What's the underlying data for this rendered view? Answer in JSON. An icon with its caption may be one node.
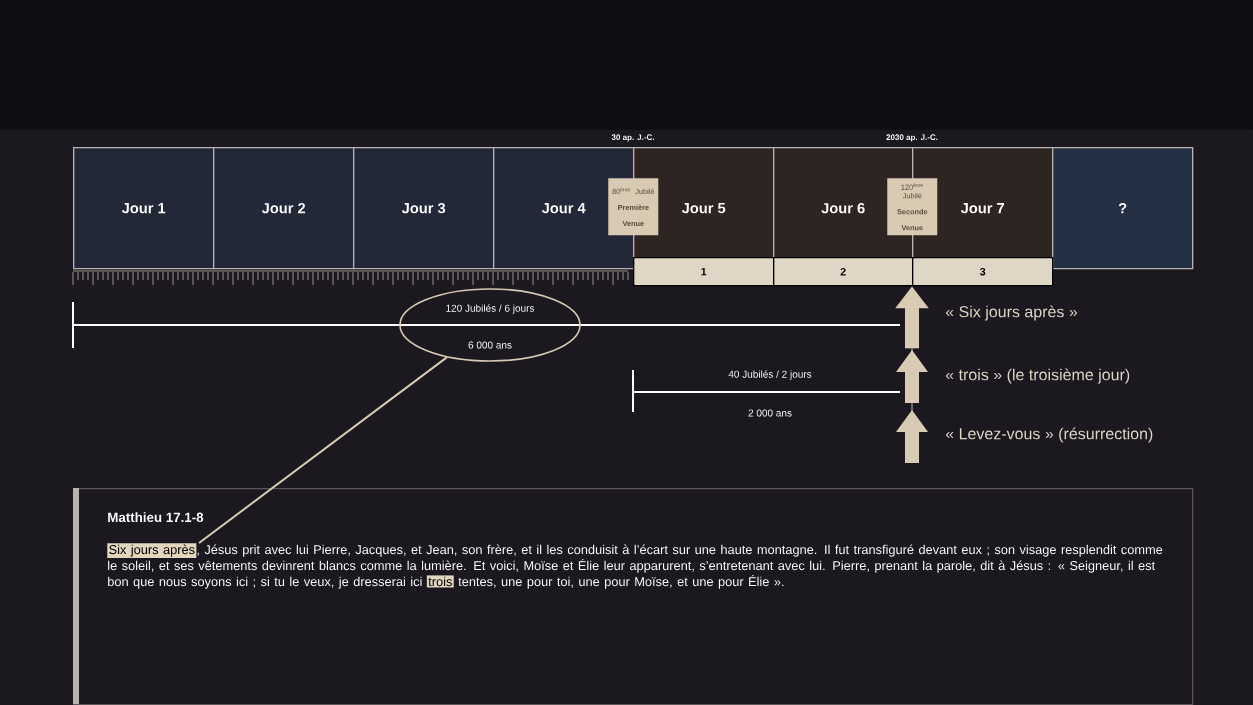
{
  "diagram": {
    "nodes": [
      {
        "text": [
          "Jour 1"
        ]
      },
      {
        "text": [
          "Jour 2"
        ]
      },
      {
        "text": [
          "Jour 3"
        ]
      },
      {
        "text": [
          "Jour 4"
        ]
      },
      {
        "text": [
          "Jour 5"
        ]
      },
      {
        "text": [
          "Jour 6"
        ]
      },
      {
        "text": [
          "Jour 7"
        ]
      },
      {
        "text": [
          "?"
        ]
      },
      {
        "text": [
          "80$^{ème}$ Jubilé",
          "Première Venue"
        ]
      },
      {
        "text": [
          "120$^{ème}$ Jubilé",
          "Seconde Venue"
        ]
      },
      {
        "text": [
          "1"
        ]
      },
      {
        "text": [
          "2"
        ]
      },
      {
        "text": [
          "3"
        ]
      },
      {
        "text": [
          "120 Jubilés / 6 jours",
          "6 000 ans"
        ]
      },
      {
        "text": [
          "Matthieu 17.1-8",
          "Six jours après",
          ", Jésus prit avec lui Pierre, Jacques, et Jean, son frère, et il les conduisit à l’écart sur une haute montagne. Il fut transfiguré devant eux ; son visage resplendit comme le soleil, et ses vêtements devinrent blancs comme la lumière. Et voici, Moïse et Élie leur apparurent, s’entretenant avec lui. Pierre, prenant la parole, dit à Jésus : « Seigneur, il est bon que nous soyons ici ; si tu le veux, je dresserai ici",
          "trois",
          "tentes, une pour toi, une pour Moïse, et une pour Élie »."
        ]
      }
    ],
    "edges": [
      {
        "from": 13,
        "to": 14,
        "arrow": "none"
      },
      {
        "from": null,
        "to": 12,
        "arrow": "to",
        "style": "thick"
      }
    ],
    "labels": [
      "30 ap. J.-C.",
      "2030 ap. J.-C.",
      "« Six jours après »",
      "40 Jubilés / 2 jours",
      "« trois » (le troisième jour)",
      "2 000 ans",
      "« Levez-vous » (résurrection)"
    ]
  }
}
